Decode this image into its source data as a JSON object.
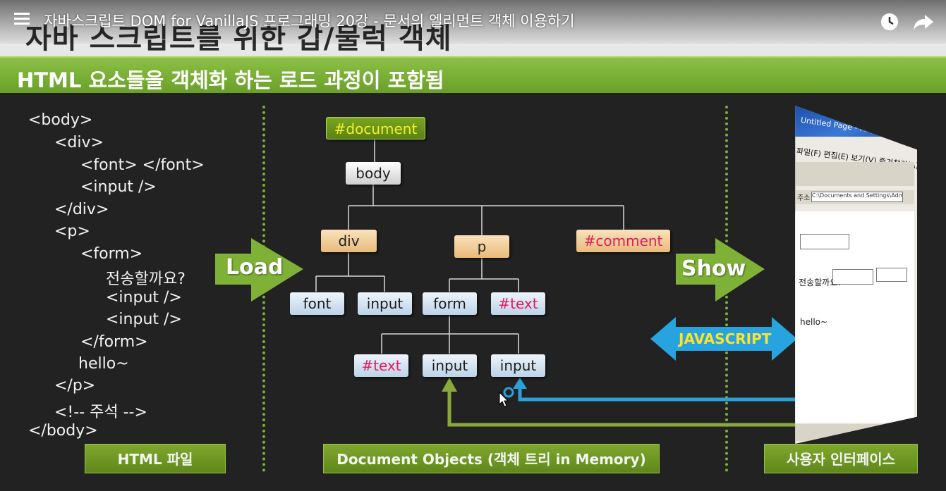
{
  "video": {
    "title": "자바스크립트 DOM for VanillaJS 프로그래밍 20강 - 문서의 엘리먼트 객체 이용하기",
    "menu_icon": "hamburger-menu-icon",
    "watch_later_icon": "clock-icon",
    "share_icon": "share-arrow-icon"
  },
  "slide": {
    "title": "자바 스크립트를 위한 갑/물럭 객체",
    "banner": "HTML 요소들을 객체화 하는 로드 과정이 포함됨",
    "code_lines": [
      "<body>",
      "<div>",
      "<font> </font>",
      "<input />",
      "</div>",
      "<p>",
      "<form>",
      "전송할까요?",
      "<input />",
      "<input />",
      "</form>",
      "hello~",
      "</p>",
      "<!-- 주석 -->",
      "</body>"
    ],
    "tree": {
      "document": "#document",
      "body": "body",
      "div": "div",
      "p": "p",
      "comment": "#comment",
      "font": "font",
      "input_a": "input",
      "form": "form",
      "text_a": "#text",
      "text_b": "#text",
      "input_b": "input",
      "input_c": "input"
    },
    "load_label": "Load",
    "show_label": "Show",
    "javascript_label": "JAVASCRIPT",
    "footer": {
      "html_file": "HTML 파일",
      "document_objects": "Document Objects (객체 트리 in Memory)",
      "user_interface": "사용자 인터페이스"
    },
    "browser": {
      "title": "Untitled Page - Microsoft Internet Explorer",
      "menu": "파일(F) 편집(E) 보기(V) 즐겨찾기(A) 도구(T) 도움말(H)",
      "address_label": "주소",
      "address_value": "C:\\Documents and Settings\\Administrator",
      "form_label": "전송할까요?",
      "hello": "hello~"
    }
  },
  "colors": {
    "green": "#7eae3a",
    "blue_arrow": "#2ba6e0",
    "orange_node": "#e8bb7a",
    "blue_node": "#bcd3e8",
    "pink_text": "#e21b5e"
  }
}
